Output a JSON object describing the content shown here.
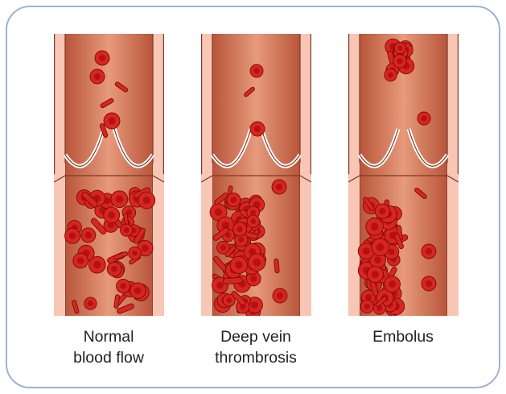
{
  "panels": [
    {
      "caption_lines": [
        "Normal",
        "blood flow"
      ]
    },
    {
      "caption_lines": [
        "Deep vein",
        "thrombrosis"
      ]
    },
    {
      "caption_lines": [
        "Embolus"
      ]
    }
  ],
  "colors": {
    "frame_border": "#9db3d3",
    "vessel_wall": "#f7c6b4",
    "wall_edge": "#7a3a2a",
    "blood_light": "#e79a7c",
    "blood_dark": "#b8553a",
    "cell_fill": "#d7261f",
    "cell_center": "#b10f12",
    "cell_outline": "#7b0a0a"
  }
}
